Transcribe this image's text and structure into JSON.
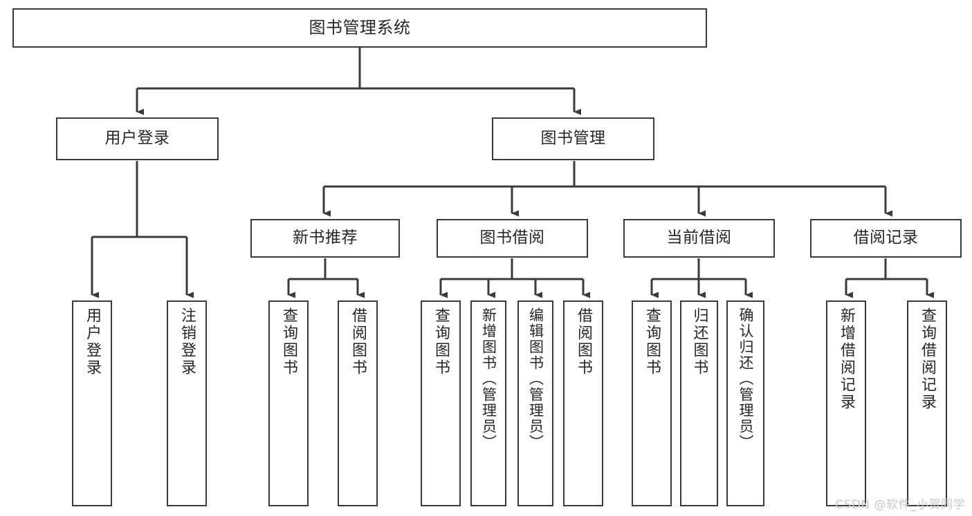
{
  "diagram": {
    "title": "图书管理系统",
    "type": "tree-hierarchy-chart",
    "watermark": "CSDN @软件_小贺同学",
    "stroke_color": "#3a3a3a",
    "text_color": "#262626",
    "background": "#ffffff"
  },
  "nodes": {
    "root": {
      "label": "图书管理系统"
    },
    "level1": [
      {
        "label": "用户登录"
      },
      {
        "label": "图书管理"
      }
    ],
    "level2": [
      {
        "label": "新书推荐"
      },
      {
        "label": "图书借阅"
      },
      {
        "label": "当前借阅"
      },
      {
        "label": "借阅记录"
      }
    ],
    "leaves": {
      "user_login": [
        {
          "label": "用户登录"
        },
        {
          "label": "注销登录"
        }
      ],
      "new_book_recommend": [
        {
          "label": "查询图书"
        },
        {
          "label": "借阅图书"
        }
      ],
      "book_borrow": [
        {
          "label": "查询图书"
        },
        {
          "label": "新增图书（管理员）"
        },
        {
          "label": "编辑图书（管理员）"
        },
        {
          "label": "借阅图书"
        }
      ],
      "current_borrow": [
        {
          "label": "查询图书"
        },
        {
          "label": "归还图书"
        },
        {
          "label": "确认归还（管理员）"
        }
      ],
      "borrow_record": [
        {
          "label": "新增借阅记录"
        },
        {
          "label": "查询借阅记录"
        }
      ]
    }
  }
}
